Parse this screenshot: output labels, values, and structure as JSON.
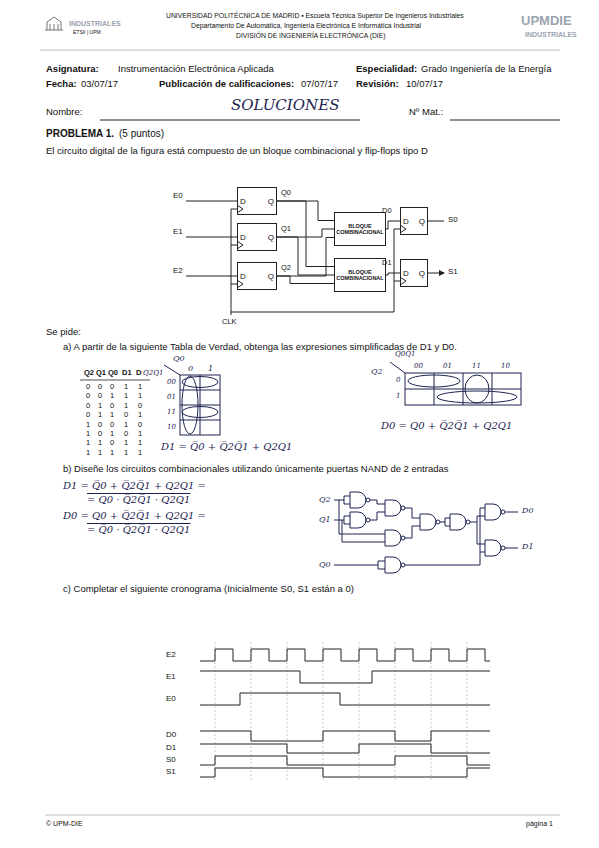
{
  "diagram": {
    "nodes": [
      {
        "text": [
          "D",
          "Q"
        ]
      },
      {
        "text": [
          "D",
          "Q"
        ]
      },
      {
        "text": [
          "D",
          "Q"
        ]
      },
      {
        "text": [
          "BLOQUE COMBINACIONAL"
        ]
      },
      {
        "text": [
          "BLOQUE COMBINACIONAL"
        ]
      },
      {
        "text": [
          "D",
          "Q"
        ]
      },
      {
        "text": [
          "D",
          "Q"
        ]
      }
    ],
    "edges": [
      {
        "from": 0,
        "to": 3,
        "arrow": "none"
      },
      {
        "from": 0,
        "to": 4,
        "arrow": "none"
      },
      {
        "from": 1,
        "to": 3,
        "arrow": "none"
      },
      {
        "from": 1,
        "to": 4,
        "arrow": "none"
      },
      {
        "from": 2,
        "to": 3,
        "arrow": "none"
      },
      {
        "from": 2,
        "to": 4,
        "arrow": "none"
      },
      {
        "from": 3,
        "to": 5,
        "arrow": "none"
      },
      {
        "from": 4,
        "to": 6,
        "arrow": "none"
      }
    ],
    "labels": [
      "UNIVERSIDAD POLITÉCNICA DE MADRID ▪ Escuela Técnica Superior De Ingenieros Industriales",
      "Departamento De Automática, Ingeniería Electrónica E Informática Industrial",
      "DIVISIÓN DE INGENIERÍA ELECTRÓNICA (DIE)",
      "INDUSTRIALES",
      "ETSII | UPM",
      "UPMDIE",
      "INDUSTRIALES",
      "Asignatura:",
      "Instrumentación Electrónica Aplicada",
      "Especialidad:",
      "Grado Ingeniería de la Energía",
      "Fecha:",
      "03/07/17",
      "Publicación de calificaciones:",
      "07/07/17",
      "Revisión:",
      "10/07/17",
      "Nombre:",
      "SOLUCIONES",
      "Nº Mat.:",
      "PROBLEMA 1.",
      "(5 puntos)",
      "El circuito digital de la figura está compuesto de un bloque combinacional y flip-flops tipo D",
      "E0",
      "E1",
      "E2",
      "Q0",
      "Q1",
      "Q2",
      "D0",
      "D1",
      "S0",
      "S1",
      "CLK",
      "Se pide:",
      "a) A partir de la siguiente Tabla de Verdad, obtenga las expresiones simplificadas de D1 y D0.",
      "Q2",
      "Q1",
      "Q0",
      "D1",
      "D0",
      "0",
      "0",
      "0",
      "1",
      "1",
      "0",
      "0",
      "1",
      "1",
      "1",
      "0",
      "1",
      "0",
      "1",
      "0",
      "0",
      "1",
      "1",
      "0",
      "1",
      "1",
      "0",
      "0",
      "1",
      "0",
      "1",
      "0",
      "1",
      "0",
      "1",
      "1",
      "1",
      "0",
      "1",
      "1",
      "1",
      "1",
      "1",
      "1",
      "1",
      "Q0",
      "Q2Q1",
      "0",
      "1",
      "00",
      "01",
      "11",
      "10",
      "D1 = Q̅0 + Q̅2Q̅1 + Q2Q1",
      "Q2",
      "Q0Q1",
      "00",
      "01",
      "11",
      "10",
      "0",
      "1",
      "D0 = Q0 + Q̅2Q̅1 + Q2Q1",
      "b) Diseñe los circuitos combinacionales utilizando únicamente puertas NAND de 2 entradas",
      "D1 = Q̅0 + Q̅2Q̅1 + Q2Q1 =",
      "= Q0 · Q̅2Q̅1 · Q2Q1",
      "D0 = Q0 + Q̅2Q̅1 + Q2Q1 =",
      "= Q̅0 · Q̅2Q̅1 · Q2Q1",
      "Q2",
      "Q1",
      "Q0",
      "D0",
      "D1",
      "c) Completar el siguiente cronograma (Inicialmente S0, S1 están a 0)",
      "E2",
      "E1",
      "E0",
      "D0",
      "D1",
      "S0",
      "S1",
      "© UPM-DIE",
      "página 1"
    ]
  }
}
